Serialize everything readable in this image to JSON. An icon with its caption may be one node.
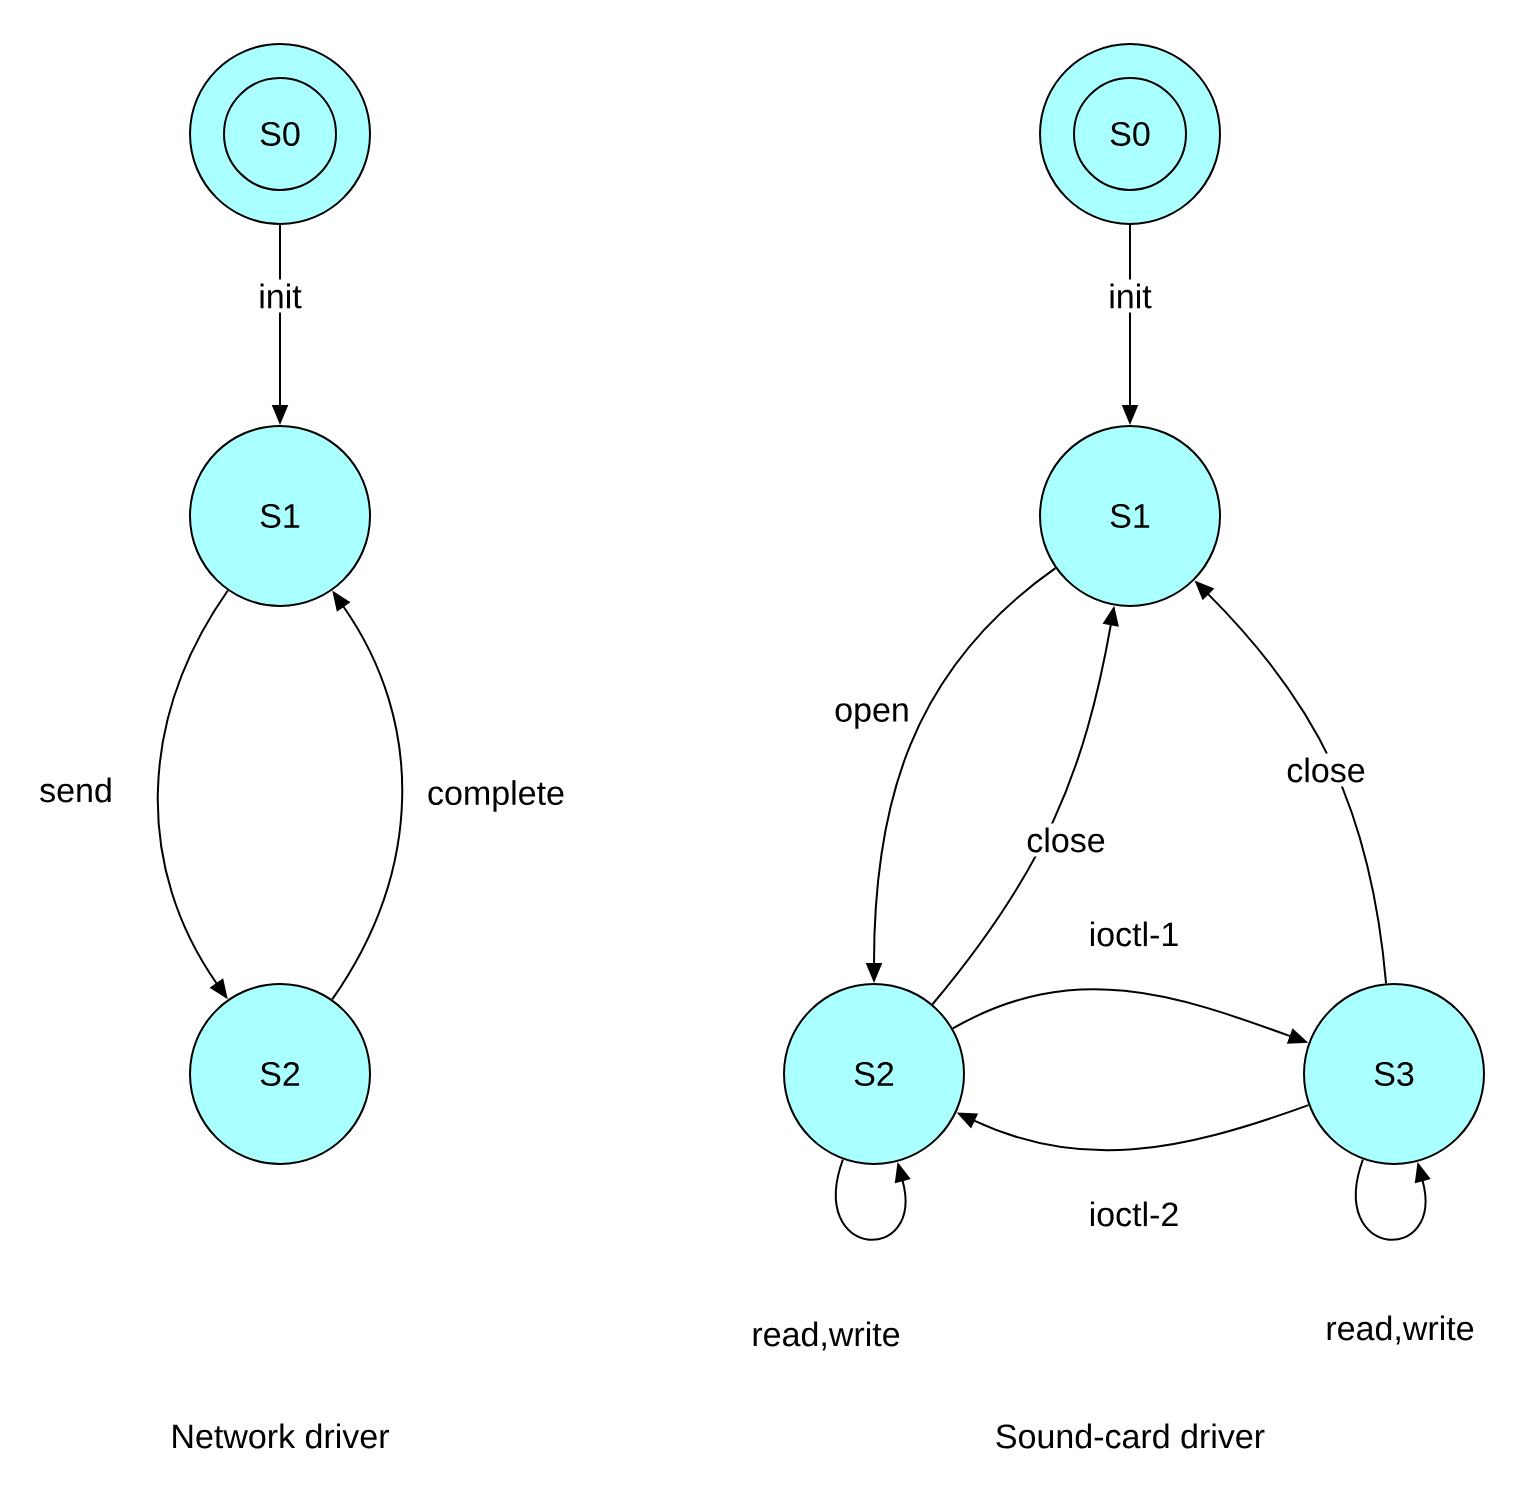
{
  "diagram": {
    "nodes": [
      {
        "text": [
          "S0"
        ]
      },
      {
        "text": [
          "S1"
        ]
      },
      {
        "text": [
          "S2"
        ]
      },
      {
        "text": [
          "S0"
        ]
      },
      {
        "text": [
          "S1"
        ]
      },
      {
        "text": [
          "S2"
        ]
      },
      {
        "text": [
          "S3"
        ]
      }
    ],
    "edges": [
      {
        "from": 0,
        "to": 1,
        "arrow": "to",
        "label": "init"
      },
      {
        "from": 1,
        "to": 2,
        "arrow": "to",
        "label": "send"
      },
      {
        "from": 2,
        "to": 1,
        "arrow": "to",
        "label": "complete"
      },
      {
        "from": 3,
        "to": 4,
        "arrow": "to",
        "label": "init"
      },
      {
        "from": 4,
        "to": 5,
        "arrow": "to",
        "label": "open"
      },
      {
        "from": 5,
        "to": 4,
        "arrow": "to",
        "label": "close"
      },
      {
        "from": 6,
        "to": 4,
        "arrow": "to",
        "label": "close"
      },
      {
        "from": 5,
        "to": 6,
        "arrow": "to",
        "label": "ioctl-1"
      },
      {
        "from": 6,
        "to": 5,
        "arrow": "to",
        "label": "ioctl-2"
      },
      {
        "from": 5,
        "to": 5,
        "arrow": "to",
        "label": "read,write"
      },
      {
        "from": 6,
        "to": 6,
        "arrow": "to",
        "label": "read,write"
      }
    ],
    "labels": [
      "Network driver",
      "Sound-card driver"
    ]
  }
}
